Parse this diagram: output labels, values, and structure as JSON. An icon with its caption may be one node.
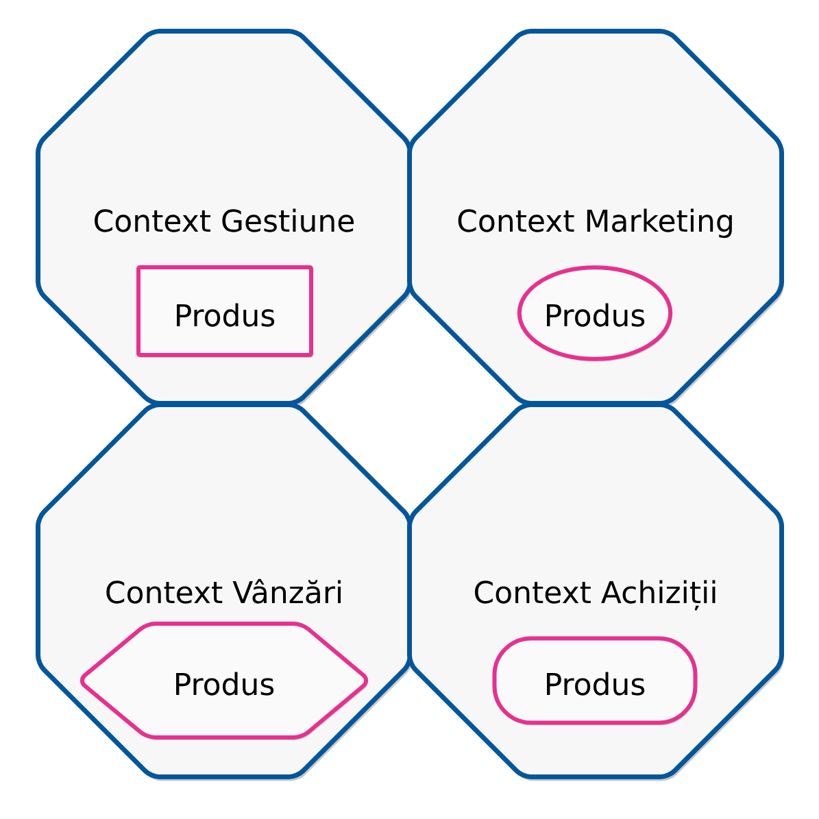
{
  "diagram": {
    "nodes": [
      {
        "text": [
          "Context Gestiune"
        ]
      },
      {
        "text": [
          "Produs"
        ],
        "in": 0
      },
      {
        "text": [
          "Context Marketing"
        ]
      },
      {
        "text": [
          "Produs"
        ],
        "in": 2
      },
      {
        "text": [
          "Context Vânzări"
        ]
      },
      {
        "text": [
          "Produs"
        ],
        "in": 4
      },
      {
        "text": [
          "Context Achiziții"
        ]
      },
      {
        "text": [
          "Produs"
        ],
        "in": 6
      }
    ]
  }
}
